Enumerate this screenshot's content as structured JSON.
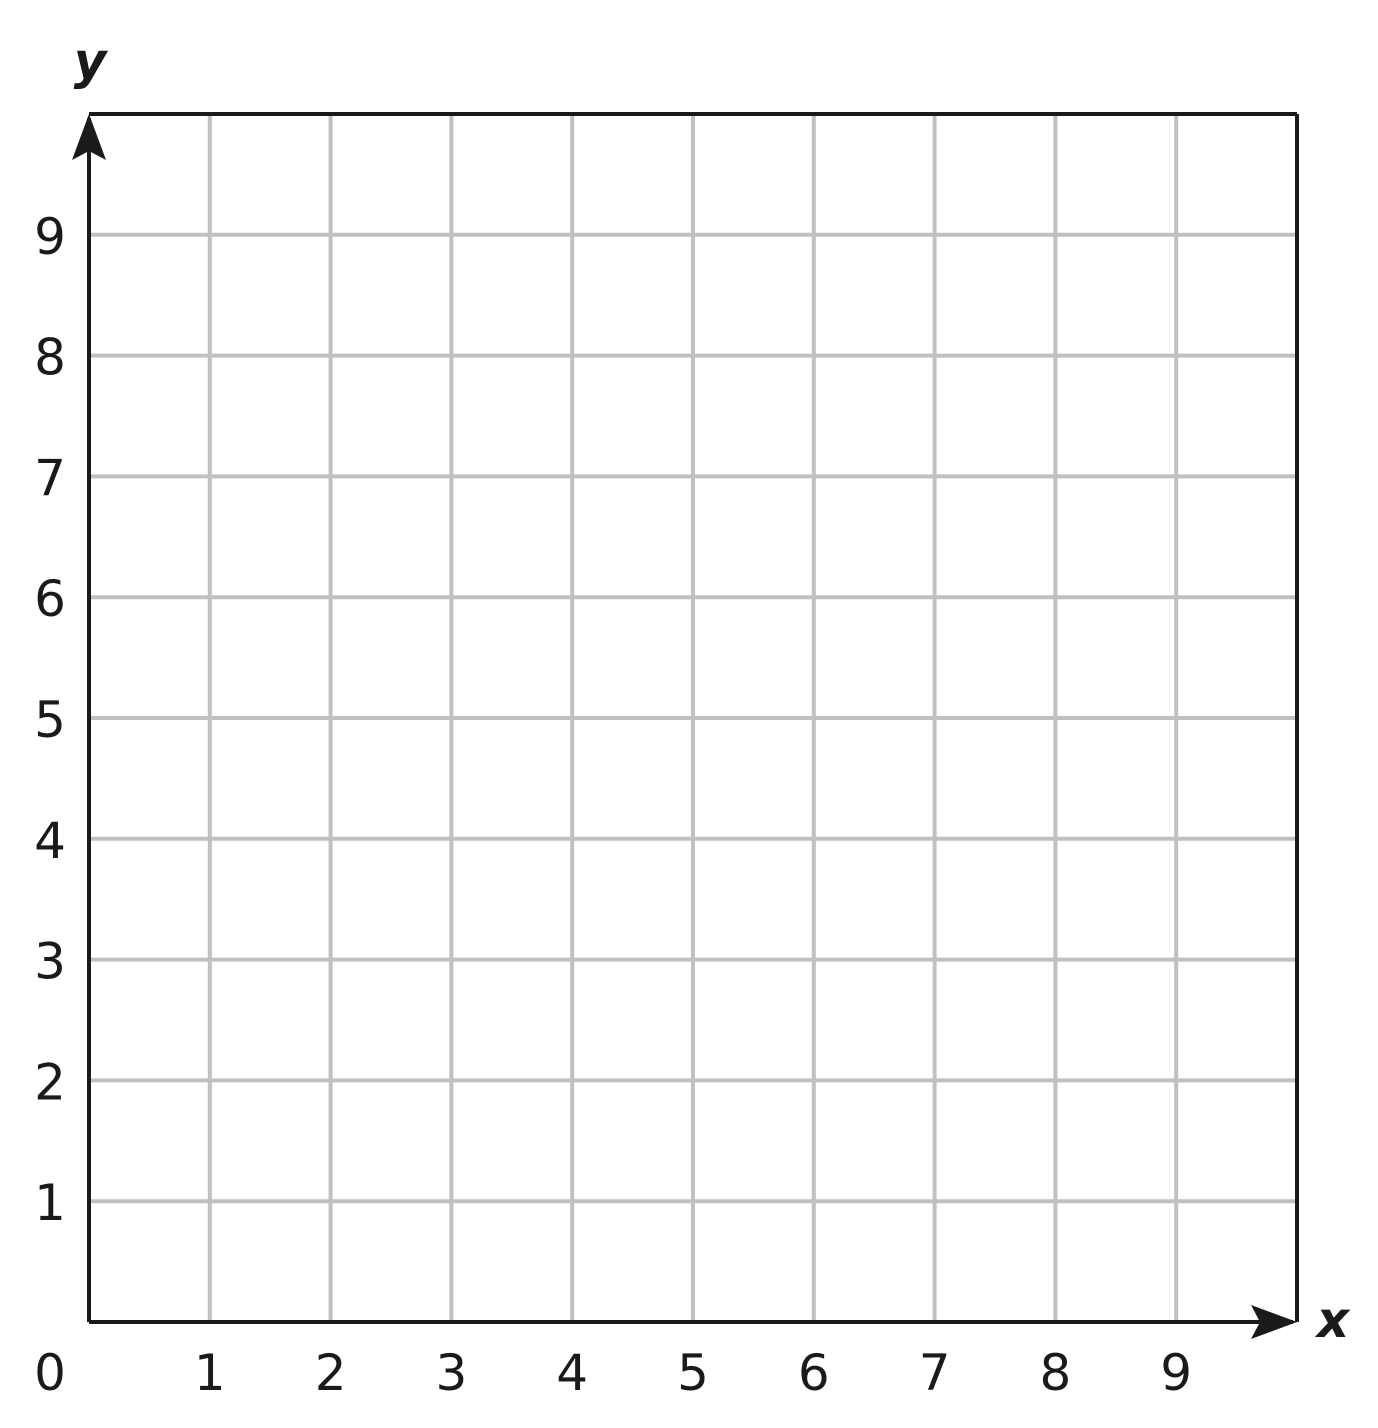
{
  "chart_data": {
    "type": "scatter",
    "title": "",
    "xlabel": "x",
    "ylabel": "y",
    "xlim": [
      0,
      10
    ],
    "ylim": [
      0,
      10
    ],
    "x_ticks": [
      "1",
      "2",
      "3",
      "4",
      "5",
      "6",
      "7",
      "8",
      "9"
    ],
    "y_ticks": [
      "1",
      "2",
      "3",
      "4",
      "5",
      "6",
      "7",
      "8",
      "9"
    ],
    "origin_label": "0",
    "grid": true,
    "series": [],
    "colors": {
      "grid": "#c0c0c0",
      "axis": "#1a1a1a",
      "text": "#1a1a1a"
    }
  }
}
